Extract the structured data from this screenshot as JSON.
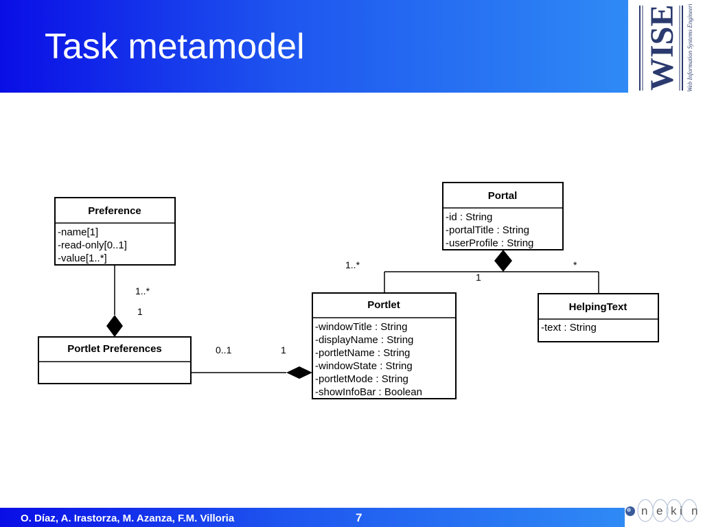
{
  "slide": {
    "title": "Task metamodel",
    "logo_text": "WISE",
    "logo_subtitle": "Web Information Systems Engineering",
    "footer_authors": "O. Díaz, A. Irastorza, M. Azanza, F.M. Villoria",
    "page_number": "7",
    "partner_logo_letters": [
      "n",
      "e",
      "k",
      "i",
      "n"
    ]
  },
  "classes": {
    "preference": {
      "name": "Preference",
      "attributes": [
        "-name[1]",
        "-read-only[0..1]",
        "-value[1..*]"
      ]
    },
    "portlet_preferences": {
      "name": "Portlet Preferences",
      "attributes": []
    },
    "portal": {
      "name": "Portal",
      "attributes": [
        "-id : String",
        "-portalTitle : String",
        "-userProfile : String"
      ]
    },
    "portlet": {
      "name": "Portlet",
      "attributes": [
        "-windowTitle : String",
        "-displayName : String",
        "-portletName : String",
        "-windowState : String",
        "-portletMode : String",
        "-showInfoBar : Boolean"
      ]
    },
    "helping_text": {
      "name": "HelpingText",
      "attributes": [
        "-text : String"
      ]
    }
  },
  "multiplicities": {
    "preference_side": "1..*",
    "portlet_preferences_side": "1",
    "portlet_preferences_to_portlet": "0..1",
    "portlet_side": "1",
    "portal_to_portlet": "1..*",
    "portal_side": "1",
    "portal_to_helping_text": "*"
  },
  "colors": {
    "header_gradient_start": "#0a0ee6",
    "header_gradient_end": "#2f8af5",
    "logo_blue": "#2b3a6e"
  }
}
